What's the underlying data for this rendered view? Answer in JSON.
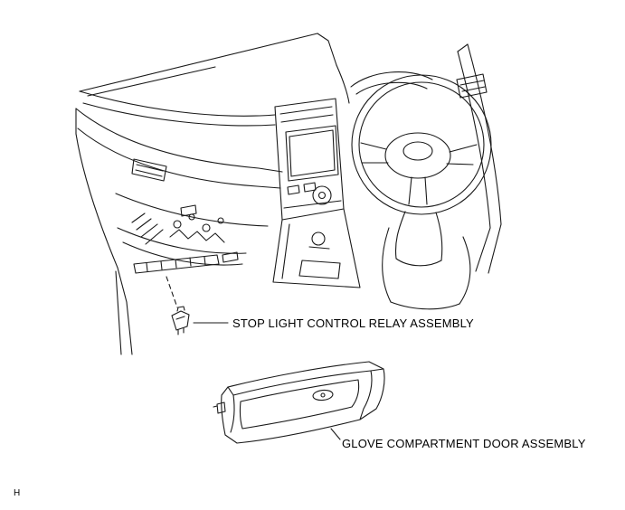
{
  "figure": {
    "type": "service-manual-component-location-diagram",
    "background_color": "#ffffff",
    "line_color": "#1a1a1a",
    "parts": [
      {
        "id": "stop-light-control-relay-assembly",
        "label": "STOP LIGHT CONTROL RELAY ASSEMBLY"
      },
      {
        "id": "glove-compartment-door-assembly",
        "label": "GLOVE COMPARTMENT DOOR ASSEMBLY"
      }
    ],
    "page_marker": "H"
  }
}
